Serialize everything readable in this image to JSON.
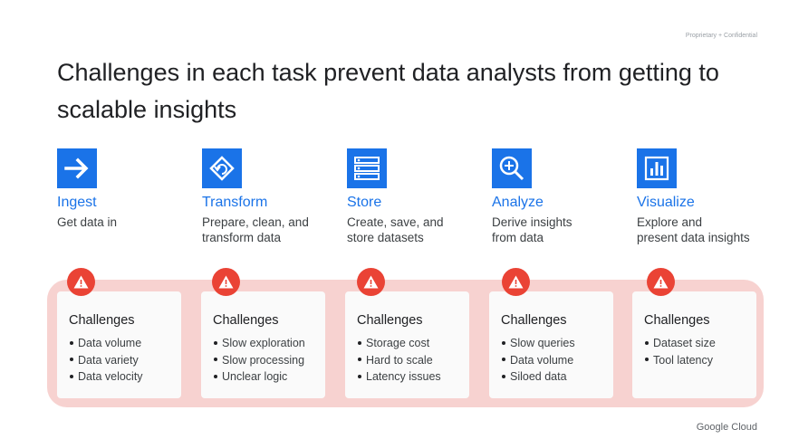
{
  "header": {
    "confidential": "Proprietary + Confidential",
    "title": "Challenges in each task prevent data analysts from getting to scalable insights"
  },
  "colors": {
    "accent": "#1a73e8",
    "warning": "#ea4335",
    "band": "#f7d2d0"
  },
  "stages": [
    {
      "name": "Ingest",
      "icon": "arrow-right-icon",
      "desc_1": "Get data in",
      "desc_2": ""
    },
    {
      "name": "Transform",
      "icon": "transform-rotate-icon",
      "desc_1": "Prepare, clean, and",
      "desc_2": "transform data"
    },
    {
      "name": "Store",
      "icon": "storage-icon",
      "desc_1": "Create, save, and",
      "desc_2": "store datasets"
    },
    {
      "name": "Analyze",
      "icon": "magnify-icon",
      "desc_1": "Derive insights",
      "desc_2": "from data"
    },
    {
      "name": "Visualize",
      "icon": "bar-chart-icon",
      "desc_1": "Explore and",
      "desc_2": "present data insights"
    }
  ],
  "challenges": [
    {
      "title": "Challenges",
      "items": [
        "Data volume",
        "Data variety",
        "Data velocity"
      ]
    },
    {
      "title": "Challenges",
      "items": [
        "Slow exploration",
        "Slow processing",
        "Unclear logic"
      ]
    },
    {
      "title": "Challenges",
      "items": [
        "Storage cost",
        "Hard to scale",
        "Latency issues"
      ]
    },
    {
      "title": "Challenges",
      "items": [
        "Slow queries",
        "Data volume",
        "Siloed data"
      ]
    },
    {
      "title": "Challenges",
      "items": [
        "Dataset size",
        "Tool latency"
      ]
    }
  ],
  "warning_icon": "warning-triangle-icon",
  "footer": {
    "brand": "Google Cloud"
  }
}
